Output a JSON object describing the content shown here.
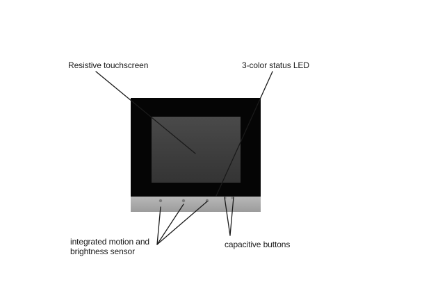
{
  "labels": {
    "touchscreen": "Resistive touchscreen",
    "status_led": "3-color status LED",
    "sensor_line1": "integrated motion and",
    "sensor_line2": "brightness sensor",
    "buttons": "capacitive buttons"
  },
  "colors": {
    "device_frame": "#050505",
    "screen": "#3f3f3f",
    "bottom_strip": "#a9a9a9",
    "leader_lines": "#1a1a1a",
    "sensor_dots": "#7a7a7a"
  }
}
